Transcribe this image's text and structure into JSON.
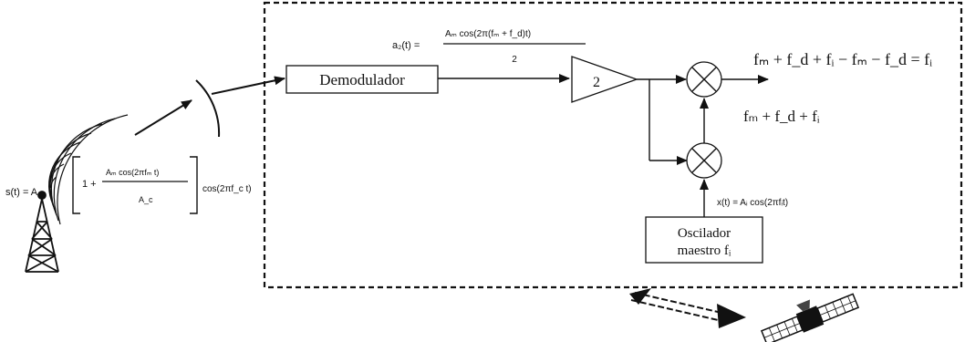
{
  "blocks": {
    "demodulator": "Demodulador",
    "amplifier": "2",
    "oscillator_line1": "Oscilador",
    "oscillator_line2": "maestro fᵢ"
  },
  "equations": {
    "output": "fₘ + f_d + fᵢ − fₘ − f_d = fᵢ",
    "mixer1_input": "fₘ + f_d + fᵢ",
    "demod_output": "a₂(t) = Aₘ cos(2π(fₘ + f_d)t) / 2",
    "demod_numerator": "Aₘ cos(2π(fₘ + f_d)t)",
    "demod_denominator": "2",
    "oscillator_signal": "x(t) = Aᵢ cos(2πfᵢt)",
    "transmitted_signal": "s(t) = A_c[1 + (Aₘ cos(2πfₘt))/A_c] cos(2πf_c t)"
  },
  "colors": {
    "line": "#111111",
    "background": "#ffffff"
  },
  "icons": [
    "tower-icon",
    "dish-antenna-icon",
    "satellite-icon",
    "multiplier-icon"
  ]
}
